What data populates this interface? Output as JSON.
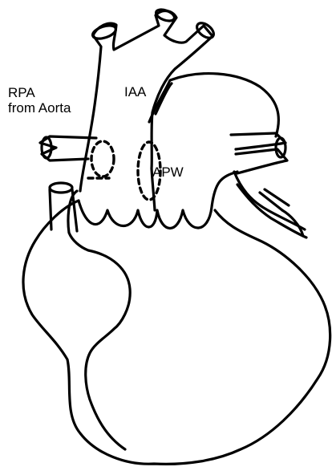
{
  "labels": {
    "rpa_line1": "RPA",
    "rpa_line2": "from Aorta",
    "iaa": "IAA",
    "apw": "APW"
  },
  "colors": {
    "stroke": "#000000",
    "background": "#ffffff"
  }
}
